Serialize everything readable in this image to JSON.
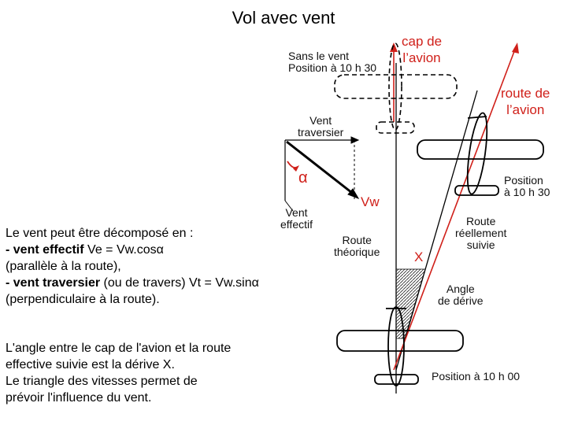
{
  "title": "Vol avec vent",
  "red_labels": {
    "cap_line1": "cap de",
    "cap_line2": "l’avion",
    "route_line1": "route de",
    "route_line2": "l’avion",
    "alpha": "α",
    "vw": "Vw",
    "x": "X"
  },
  "figure_labels": {
    "sans_vent_1": "Sans le vent",
    "sans_vent_2": "Position à 10 h 30",
    "vent_traversier_1": "Vent",
    "vent_traversier_2": "traversier",
    "vent_effectif_1": "Vent",
    "vent_effectif_2": "effectif",
    "route_theorique_1": "Route",
    "route_theorique_2": "théorique",
    "route_reelle_1": "Route",
    "route_reelle_2": "réellement",
    "route_reelle_3": "suivie",
    "position_1030_1": "Position",
    "position_1030_2": "à 10 h 30",
    "angle_derive_1": "Angle",
    "angle_derive_2": "de dérive",
    "position_1000": "Position à 10 h 00"
  },
  "paragraph1": {
    "line1": "Le vent peut être décomposé en :",
    "line2_bold": "- vent effectif",
    "line2_rest": " Ve = Vw.cosα",
    "line3": "(parallèle à la route),",
    "line4_bold": "- vent traversier",
    "line4_rest": " (ou de travers) Vt = Vw.sinα",
    "line5": "(perpendiculaire à la route)."
  },
  "paragraph2": {
    "line1": "L'angle entre le cap de l'avion et la route",
    "line2": "effective suivie est la dérive X.",
    "line3": "Le triangle des vitesses permet de",
    "line4": "prévoir l'influence du vent."
  }
}
